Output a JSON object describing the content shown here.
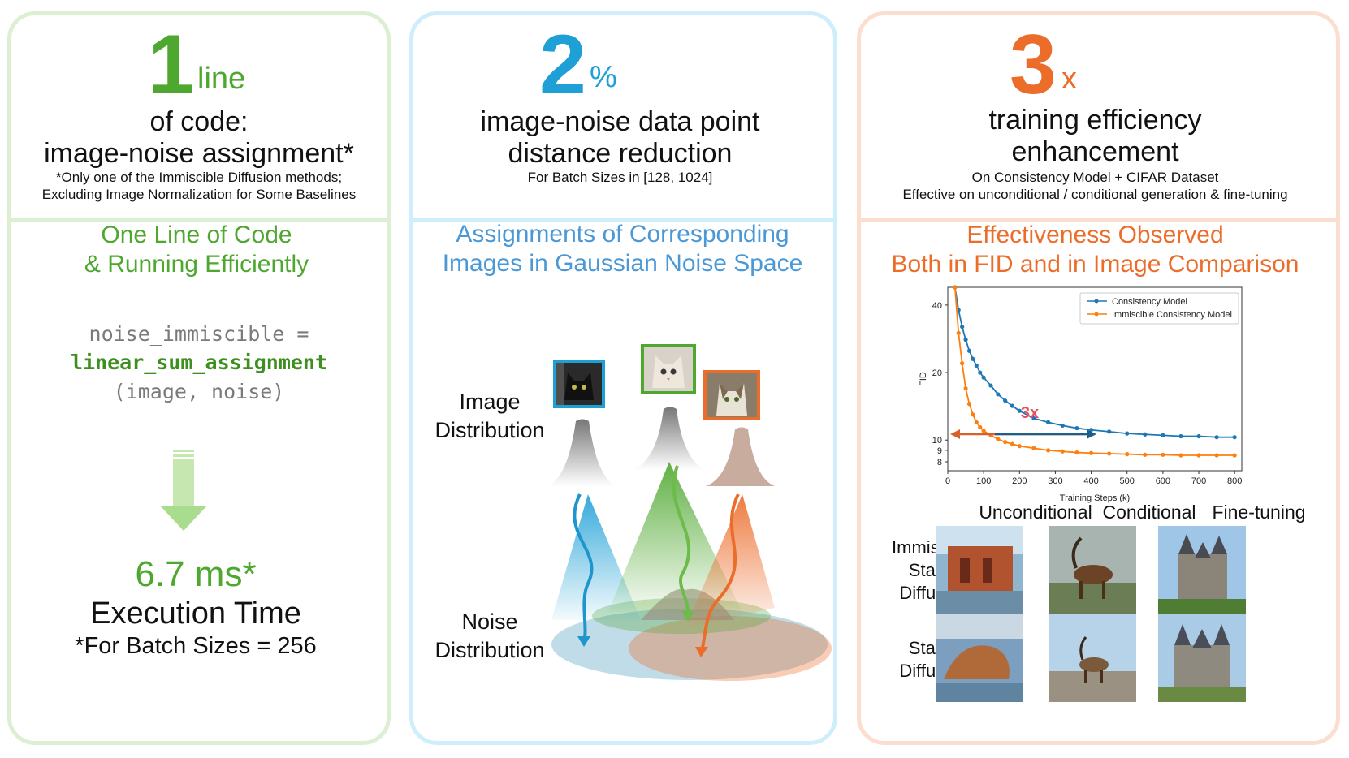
{
  "panel1": {
    "number": "1",
    "unit": "line",
    "headline_1": "of code:",
    "headline_2": "image-noise assignment*",
    "note_1": "*Only one of the Immiscible Diffusion methods;",
    "note_2": "Excluding Image Normalization for Some Baselines",
    "subtitle_1": "One Line of Code",
    "subtitle_2": "& Running Efficiently",
    "code_1": "noise_immiscible =",
    "code_2": "linear_sum_assignment",
    "code_3": "(image, noise)",
    "time_value": "6.7 ms*",
    "time_label": "Execution Time",
    "time_note": "*For Batch Sizes = 256"
  },
  "panel2": {
    "number": "2",
    "unit": "%",
    "headline_1": "image-noise data point",
    "headline_2": "distance reduction",
    "note_1": "For Batch Sizes in [128, 1024]",
    "subtitle_1": "Assignments of Corresponding",
    "subtitle_2": "Images in Gaussian Noise Space",
    "label_image_1": "Image",
    "label_image_2": "Distribution",
    "label_noise_1": "Noise",
    "label_noise_2": "Distribution"
  },
  "panel3": {
    "number": "3",
    "unit": "x",
    "headline_1": "training efficiency",
    "headline_2": "enhancement",
    "note_1": "On Consistency Model + CIFAR Dataset",
    "note_2": "Effective on unconditional / conditional generation & fine-tuning",
    "subtitle_1": "Effectiveness Observed",
    "subtitle_2": "Both in FID and in Image Comparison",
    "col_1": "Unconditional",
    "col_2": "Conditional",
    "col_3": "Fine-tuning",
    "row_1a": "Immiscible",
    "row_1b": "Stable",
    "row_1c": "Diffusion",
    "row_2a": "Stable",
    "row_2b": "Diffusion"
  },
  "colors": {
    "green": "#4ea72e",
    "blue": "#1ea0d6",
    "orange": "#ec6c2a",
    "consistency": "#1f77b4",
    "immiscible": "#ff7f0e",
    "annotation": "#e8505b"
  },
  "chart_data": {
    "type": "line",
    "xlabel": "Training Steps (k)",
    "ylabel": "FID",
    "xlim": [
      0,
      820
    ],
    "ylim": [
      7.3,
      48
    ],
    "yscale": "log",
    "xticks": [
      0,
      100,
      200,
      300,
      400,
      500,
      600,
      700,
      800
    ],
    "yticks": [
      8,
      9,
      10,
      20,
      40
    ],
    "legend_position": "top-right",
    "annotation": "3x",
    "series": [
      {
        "name": "Consistency Model",
        "x": [
          20,
          30,
          40,
          50,
          60,
          70,
          80,
          90,
          100,
          120,
          140,
          160,
          180,
          200,
          240,
          280,
          320,
          360,
          400,
          450,
          500,
          550,
          600,
          650,
          700,
          750,
          800
        ],
        "y": [
          48,
          38,
          32,
          28,
          25,
          23,
          21.5,
          20,
          19,
          17.5,
          16,
          15,
          14.2,
          13.5,
          12.5,
          12,
          11.6,
          11.3,
          11.1,
          10.9,
          10.7,
          10.6,
          10.5,
          10.4,
          10.4,
          10.3,
          10.3
        ]
      },
      {
        "name": "Immiscible Consistency Model",
        "x": [
          20,
          30,
          40,
          50,
          60,
          70,
          80,
          90,
          100,
          120,
          140,
          160,
          180,
          200,
          240,
          280,
          320,
          360,
          400,
          450,
          500,
          550,
          600,
          650,
          700,
          750,
          800
        ],
        "y": [
          48,
          30,
          22,
          17,
          14.5,
          13,
          12,
          11.4,
          11,
          10.5,
          10.1,
          9.8,
          9.6,
          9.4,
          9.2,
          9.0,
          8.9,
          8.8,
          8.75,
          8.7,
          8.65,
          8.6,
          8.6,
          8.55,
          8.55,
          8.55,
          8.55
        ]
      }
    ]
  }
}
